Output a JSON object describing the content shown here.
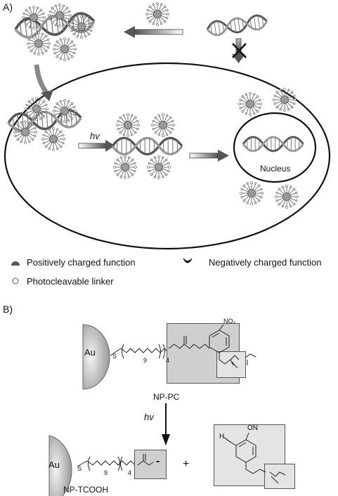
{
  "panel_a": {
    "label": "A)",
    "hv_label": "hv",
    "nucleus_label": "Nucleus",
    "legend": {
      "positive": "Positively charged function",
      "negative": "Negatively charged function",
      "linker": "Photocleavable linker"
    }
  },
  "panel_b": {
    "label": "B)",
    "hv_label": "hv",
    "np_pc": {
      "au": "Au",
      "s": "S",
      "n9": "9",
      "n4": "4",
      "no2": "NO₂",
      "caption": "NP-PC"
    },
    "np_tcooh": {
      "au": "Au",
      "s": "S",
      "n9": "9",
      "n4": "4",
      "charge": "-",
      "caption": "NP-TCOOH"
    },
    "plus": "+",
    "byproduct": {
      "h": "H",
      "on": "ON"
    }
  },
  "colors": {
    "nanoparticle_core": "#9a9a9a",
    "dna_strand": "#555555",
    "arrow": "#6b6b6b",
    "cell_outline": "#111111",
    "group_box": "#cfcfcf"
  }
}
